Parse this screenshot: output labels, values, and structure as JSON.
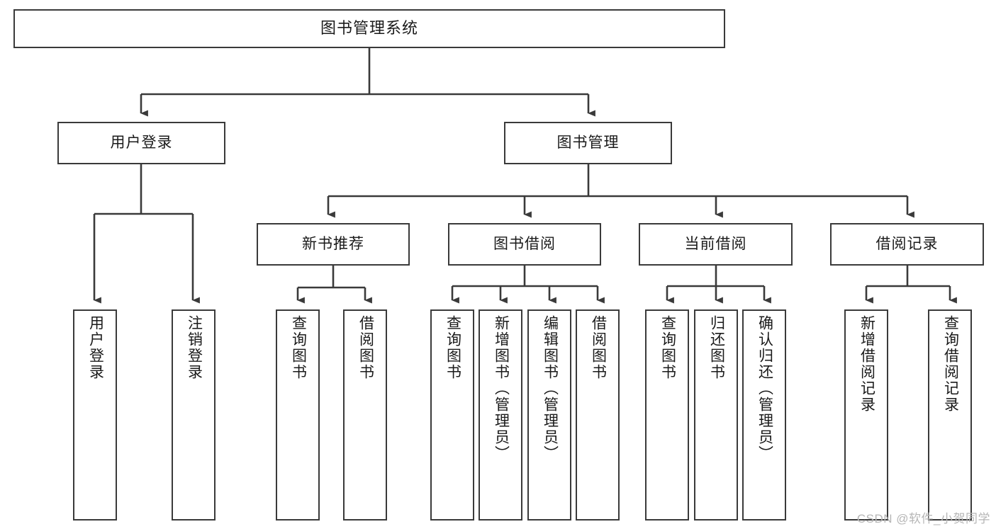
{
  "diagram": {
    "title": "图书管理系统",
    "type": "hierarchy-tree",
    "colors": {
      "box_border": "#3a3a3a",
      "box_fill": "#ffffff",
      "connector": "#3a3a3a",
      "text": "#1a1a1a",
      "watermark": "#b6b6b6"
    },
    "root": {
      "label": "图书管理系统"
    },
    "level2": [
      {
        "label": "用户登录"
      },
      {
        "label": "图书管理"
      }
    ],
    "level3": [
      {
        "label": "新书推荐"
      },
      {
        "label": "图书借阅"
      },
      {
        "label": "当前借阅"
      },
      {
        "label": "借阅记录"
      }
    ],
    "leaves": {
      "user_login": [
        {
          "label": "用户登录"
        },
        {
          "label": "注销登录"
        }
      ],
      "new_book_recommend": [
        {
          "label": "查询图书"
        },
        {
          "label": "借阅图书"
        }
      ],
      "book_borrow": [
        {
          "label": "查询图书"
        },
        {
          "label": "新增图书（管理员）"
        },
        {
          "label": "编辑图书（管理员）"
        },
        {
          "label": "借阅图书"
        }
      ],
      "current_borrow": [
        {
          "label": "查询图书"
        },
        {
          "label": "归还图书"
        },
        {
          "label": "确认归还（管理员）"
        }
      ],
      "borrow_record": [
        {
          "label": "新增借阅记录"
        },
        {
          "label": "查询借阅记录"
        }
      ]
    }
  },
  "watermark": {
    "text": "CSDN @软件_小贺同学"
  }
}
